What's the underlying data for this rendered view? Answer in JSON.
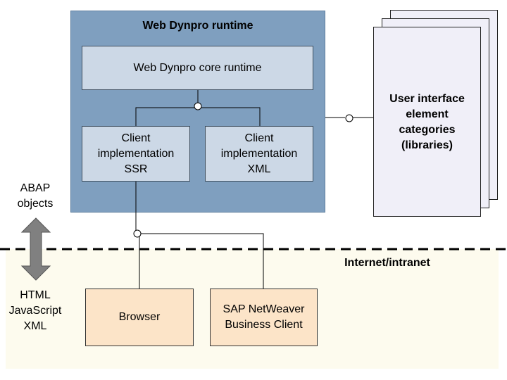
{
  "runtime": {
    "title": "Web Dynpro runtime",
    "core": "Web Dynpro core runtime",
    "ssr": [
      "Client",
      "implementation",
      "SSR"
    ],
    "xml": [
      "Client",
      "implementation",
      "XML"
    ]
  },
  "ui_categories": [
    "User interface",
    "element",
    "categories",
    "(libraries)"
  ],
  "left_labels": {
    "abap": [
      "ABAP",
      "objects"
    ],
    "html": [
      "HTML",
      "JavaScript",
      "XML"
    ]
  },
  "network": "Internet/intranet",
  "clients": {
    "browser": "Browser",
    "nwbc": [
      "SAP NetWeaver",
      "Business Client"
    ]
  },
  "colors": {
    "runtime_bg": "#7f9fbf",
    "inner_box": "#ccd8e6",
    "client_box": "#fce4c8",
    "internet_zone": "#fdfbee",
    "page_stack": "#f0eff8",
    "arrow": "#808080"
  }
}
